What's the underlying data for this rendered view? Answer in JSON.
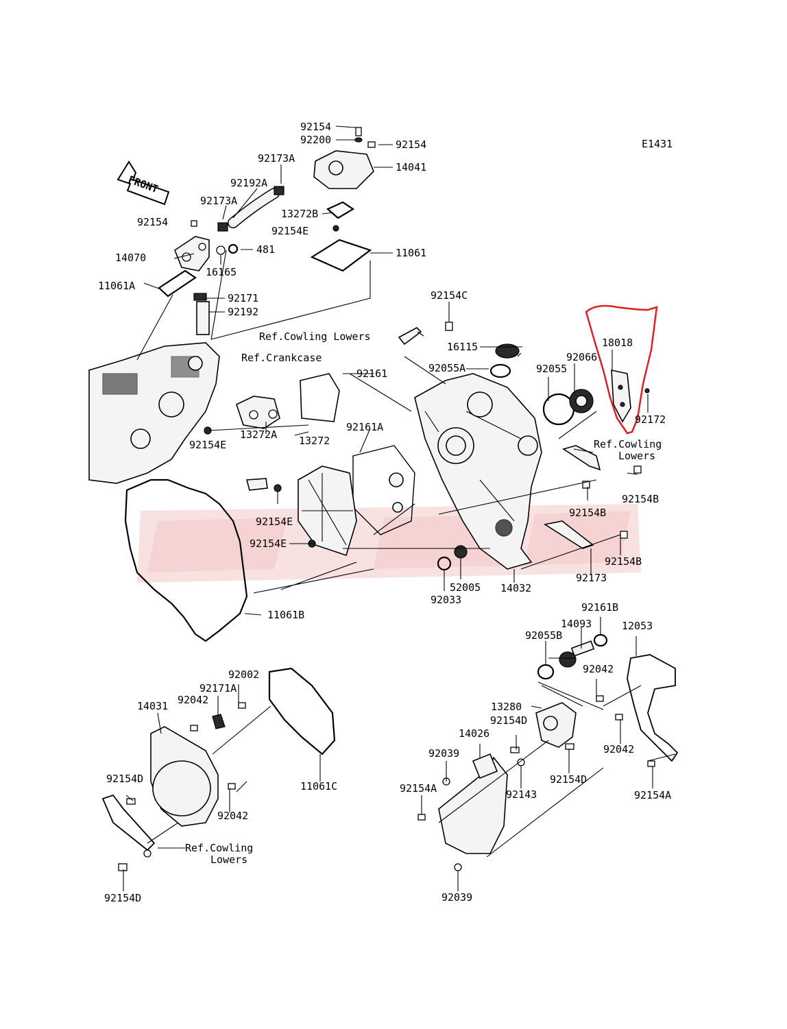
{
  "diagram_code": "E1431",
  "front_arrow": "FRONT",
  "labels": {
    "p92154_top": "92154",
    "p92200": "92200",
    "p92154_r": "92154",
    "p14041": "14041",
    "p92173A_1": "92173A",
    "p92192A": "92192A",
    "p92173A_2": "92173A",
    "p13272B": "13272B",
    "p92154_l": "92154",
    "p92154E_1": "92154E",
    "p14070": "14070",
    "p481": "481",
    "p11061": "11061",
    "p16165": "16165",
    "p11061A": "11061A",
    "p92171": "92171",
    "p92192": "92192",
    "p92154C": "92154C",
    "ref_cowling_1": "Ref.Cowling Lowers",
    "p16115": "16115",
    "ref_crankcase": "Ref.Crankcase",
    "p18018": "18018",
    "p92055A": "92055A",
    "p92066": "92066",
    "p92161": "92161",
    "p92055": "92055",
    "p92172": "92172",
    "p92154E_2": "92154E",
    "p13272A": "13272A",
    "p13272": "13272",
    "p92161A": "92161A",
    "ref_cowling_2a": "Ref.Cowling",
    "ref_cowling_2b": "Lowers",
    "p92154B_1": "92154B",
    "p92154E_3": "92154E",
    "p92154B_2": "92154B",
    "p92154E_4": "92154E",
    "p92154B_3": "92154B",
    "p52005": "52005",
    "p14032": "14032",
    "p92173": "92173",
    "p92033": "92033",
    "p11061B": "11061B",
    "p92161B": "92161B",
    "p14093": "14093",
    "p12053": "12053",
    "p92055B": "92055B",
    "p92042_1": "92042",
    "p92002": "92002",
    "p92171A": "92171A",
    "p13280": "13280",
    "p92042_2": "92042",
    "p14031": "14031",
    "p92154D_1": "92154D",
    "p14026": "14026",
    "p92042_3": "92042",
    "p92039_1": "92039",
    "p11061C": "11061C",
    "p92143": "92143",
    "p92154D_2": "92154D",
    "p92154D_3": "92154D",
    "p92154A_1": "92154A",
    "p92154A_2": "92154A",
    "p92042_4": "92042",
    "ref_cowling_3a": "Ref.Cowling",
    "ref_cowling_3b": "Lowers",
    "p92154D_4": "92154D",
    "p92039_2": "92039"
  },
  "colors": {
    "ink": "#000000",
    "highlight": "#e02020",
    "watermark": "#f2b8b8"
  }
}
